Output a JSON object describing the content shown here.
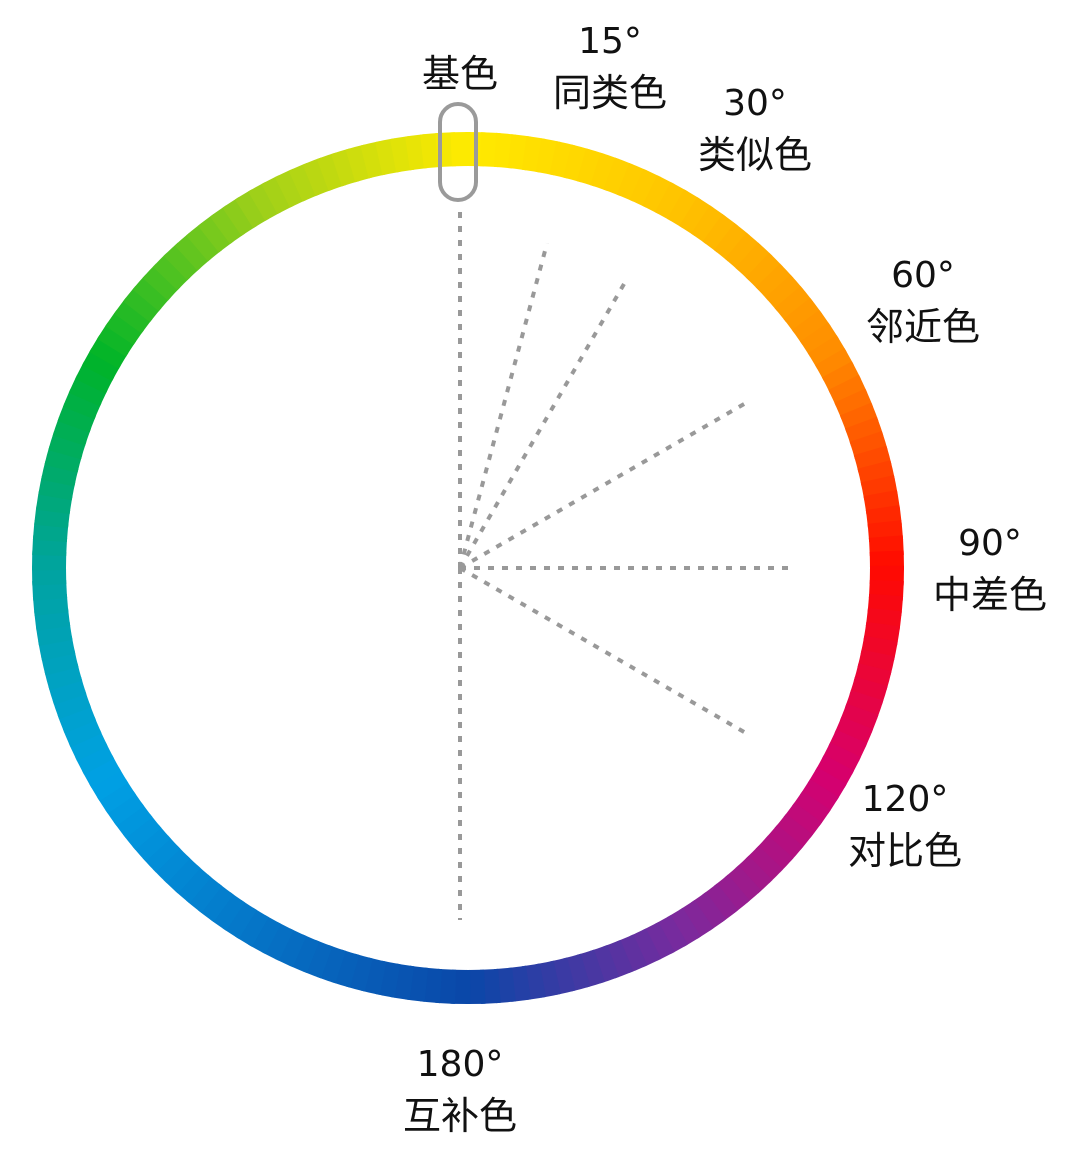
{
  "labels": {
    "base": {
      "name": "基色"
    },
    "deg15": {
      "deg": "15°",
      "name": "同类色"
    },
    "deg30": {
      "deg": "30°",
      "name": "类似色"
    },
    "deg60": {
      "deg": "60°",
      "name": "邻近色"
    },
    "deg90": {
      "deg": "90°",
      "name": "中差色"
    },
    "deg120": {
      "deg": "120°",
      "name": "对比色"
    },
    "deg180": {
      "deg": "180°",
      "name": "互补色"
    }
  },
  "wheel": {
    "angles_deg": [
      0,
      15,
      30,
      60,
      90,
      120,
      180
    ],
    "gradient_stops": [
      {
        "angle": 0,
        "color": "#FFEB00"
      },
      {
        "angle": 30,
        "color": "#FFC400"
      },
      {
        "angle": 60,
        "color": "#FF8C00"
      },
      {
        "angle": 90,
        "color": "#FF0A00"
      },
      {
        "angle": 120,
        "color": "#D6006E"
      },
      {
        "angle": 150,
        "color": "#7A2A9E"
      },
      {
        "angle": 180,
        "color": "#0A47A8"
      },
      {
        "angle": 240,
        "color": "#00A0E4"
      },
      {
        "angle": 270,
        "color": "#00A3A0"
      },
      {
        "angle": 300,
        "color": "#00B428"
      },
      {
        "angle": 330,
        "color": "#9CCF1A"
      },
      {
        "angle": 360,
        "color": "#FFEB00"
      }
    ],
    "line_color": "#999999",
    "marker_color": "#9a9a9a"
  }
}
